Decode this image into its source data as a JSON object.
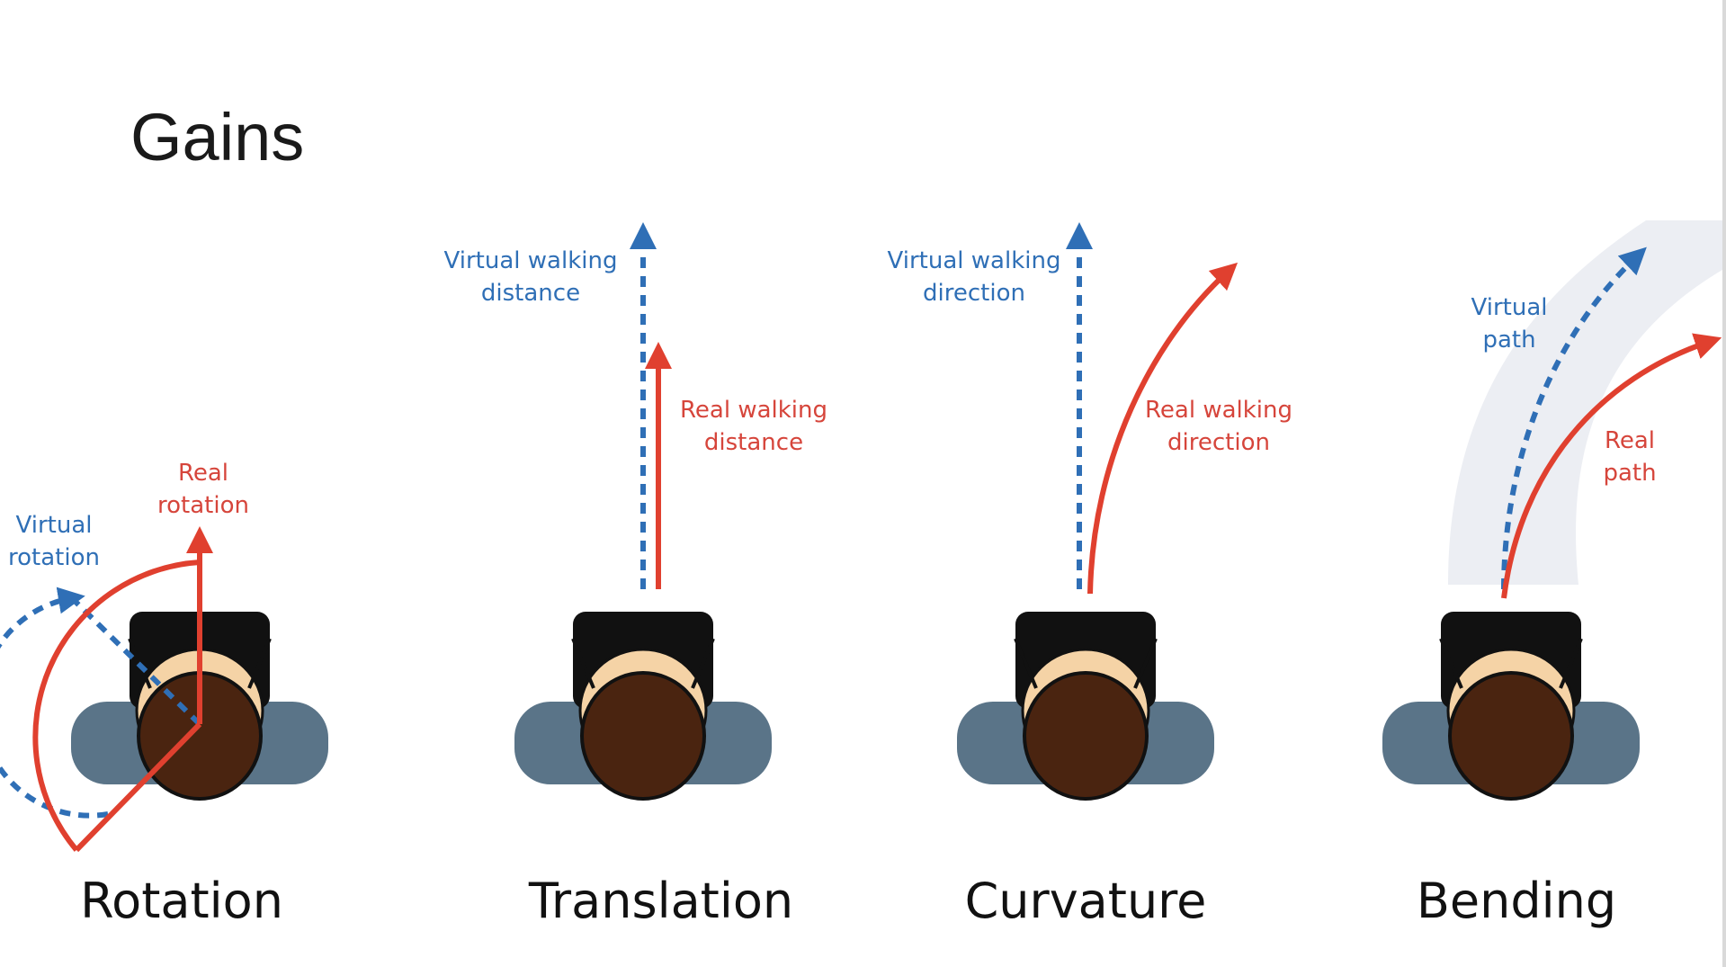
{
  "slide": {
    "title": "Gains",
    "panels": [
      {
        "title": "Rotation",
        "labels": {
          "virtual": [
            "Virtual",
            "rotation"
          ],
          "real": [
            "Real",
            "rotation"
          ]
        }
      },
      {
        "title": "Translation",
        "labels": {
          "virtual": [
            "Virtual walking",
            "distance"
          ],
          "real": [
            "Real walking",
            "distance"
          ]
        }
      },
      {
        "title": "Curvature",
        "labels": {
          "virtual": [
            "Virtual walking",
            "direction"
          ],
          "real": [
            "Real walking",
            "direction"
          ]
        }
      },
      {
        "title": "Bending",
        "labels": {
          "virtual": [
            "Virtual",
            "path"
          ],
          "real": [
            "Real",
            "path"
          ]
        }
      }
    ]
  },
  "colors": {
    "virtual": "#2f6fb6",
    "real": "#e0402f",
    "hair": "#4a2410",
    "skin": "#f5d3a6",
    "shoulders": "#5a7488",
    "backpack": "#111111",
    "path_band": "#eceef3"
  }
}
